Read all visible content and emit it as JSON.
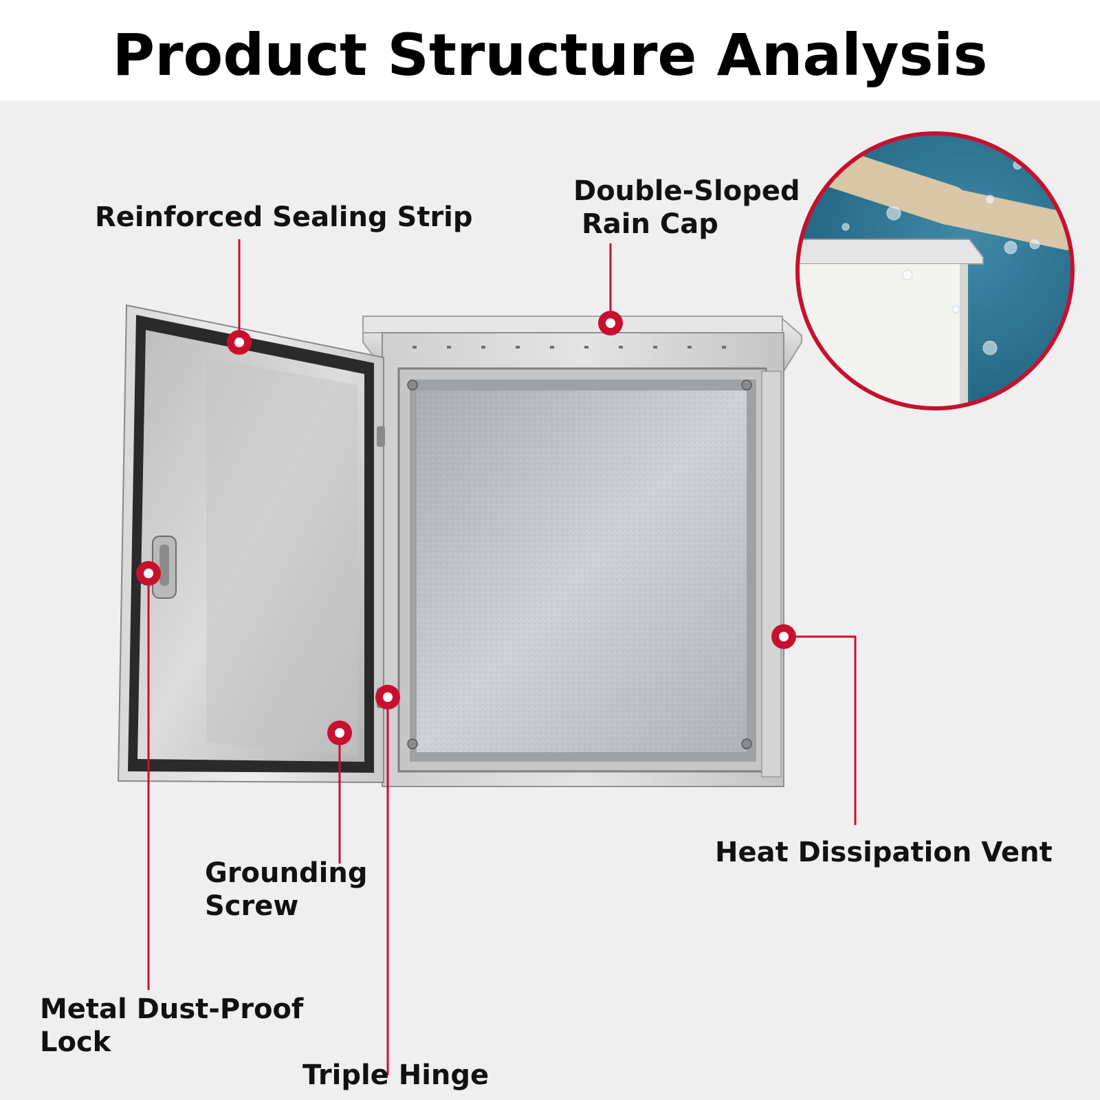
{
  "title": "Product Structure Analysis",
  "callouts": {
    "sealing_strip": "Reinforced Sealing Strip",
    "rain_cap_line1": "Double-Sloped",
    "rain_cap_line2": "Rain Cap",
    "heat_vent": "Heat Dissipation Vent",
    "grounding_line1": "Grounding",
    "grounding_line2": "Screw",
    "lock_line1": "Metal Dust-Proof",
    "lock_line2": "Lock",
    "hinge": "Triple Hinge"
  },
  "colors": {
    "accent": "#c8102e",
    "background": "#efefef",
    "header_bg": "#ffffff",
    "text": "#111111"
  },
  "icons": {
    "marker": "callout-dot-icon"
  }
}
